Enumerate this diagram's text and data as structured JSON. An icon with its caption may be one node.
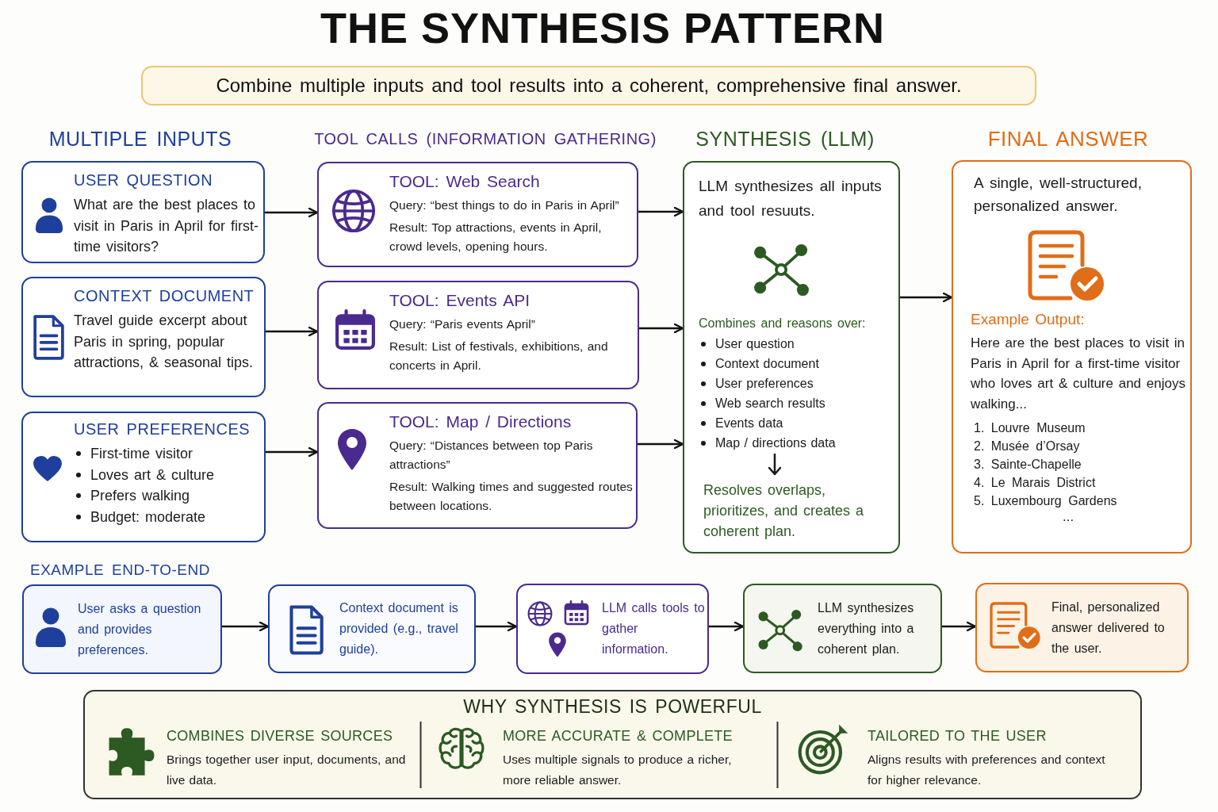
{
  "diagram": {
    "title": "THE SYNTHESIS PATTERN",
    "nodes": [
      {
        "text": [
          "Combine multiple inputs and tool results into a coherent, comprehensive final answer."
        ]
      },
      {
        "text": [
          "USER QUESTION",
          "What are the best places to visit in Paris in April for first-time visitors?"
        ]
      },
      {
        "text": [
          "CONTEXT DOCUMENT",
          "Travel guide excerpt about Paris in spring, popular attractions, & seasonal tips."
        ]
      },
      {
        "text": [
          "USER PREFERENCES",
          "First-time visitor",
          "Loves art & culture",
          "Prefers walking",
          "Budget: moderate"
        ]
      },
      {
        "text": [
          "TOOL: Web Search",
          "Query: “best things to do in Paris in April”",
          "Result: Top attractions, events in April, crowd levels, opening hours."
        ]
      },
      {
        "text": [
          "TOOL: Events API",
          "Query: “Paris events April”",
          "Result: List of festivals, exhibitions, and concerts in April."
        ]
      },
      {
        "text": [
          "TOOL: Map / Directions",
          "Query: “Distances between top Paris attractions”",
          "Result: Walking times and suggested routes between locations."
        ]
      },
      {
        "text": [
          "LLM synthesizes all inputs and tool resuuts.",
          "Combines and reasons over:",
          "User question",
          "Context document",
          "User preferences",
          "Web search results",
          "Events data",
          "Map / directions data",
          "Resolves overlaps, prioritizes, and creates a coherent plan."
        ]
      },
      {
        "text": [
          "A single, well-structured, personalized answer.",
          "Example Output:",
          "Here are the best places to visit in Paris in April for a first-time visitor who loves art & culture and enjoys walking...",
          "1. Louvre Museum",
          "2. Musée d’Orsay",
          "3. Sainte-Chapelle",
          "4. Le Marais District",
          "5. Luxembourg Gardens",
          "..."
        ]
      },
      {
        "text": [
          "User asks a question and provides preferences."
        ]
      },
      {
        "text": [
          "Context document is provided (e.g., travel guide)."
        ]
      },
      {
        "text": [
          "LLM calls tools to gather information."
        ]
      },
      {
        "text": [
          "LLM synthesizes everything into a coherent plan."
        ]
      },
      {
        "text": [
          "Final, personalized answer delivered to the user."
        ]
      },
      {
        "text": [
          "WHY SYNTHESIS IS POWERFUL",
          "COMBINES DIVERSE SOURCES",
          "Brings together user input, documents, and live data.",
          "MORE ACCURATE & COMPLETE",
          "Uses multiple signals to produce a richer, more reliable answer.",
          "TAILORED TO THE USER",
          "Aligns results with preferences and context for higher relevance."
        ]
      }
    ],
    "edges": [
      {
        "from": 1,
        "to": 4,
        "arrow": "to"
      },
      {
        "from": 2,
        "to": 5,
        "arrow": "to"
      },
      {
        "from": 3,
        "to": 6,
        "arrow": "to"
      },
      {
        "from": 4,
        "to": 7,
        "arrow": "to"
      },
      {
        "from": 5,
        "to": 7,
        "arrow": "to"
      },
      {
        "from": 6,
        "to": 7,
        "arrow": "to"
      },
      {
        "from": 7,
        "to": 8,
        "arrow": "to"
      },
      {
        "from": 9,
        "to": 10,
        "arrow": "to"
      },
      {
        "from": 10,
        "to": 11,
        "arrow": "to"
      },
      {
        "from": 11,
        "to": 12,
        "arrow": "to"
      },
      {
        "from": 12,
        "to": 13,
        "arrow": "to"
      }
    ],
    "labels": [
      "MULTIPLE INPUTS",
      "TOOL CALLS (INFORMATION GATHERING)",
      "SYNTHESIS (LLM)",
      "FINAL ANSWER",
      "EXAMPLE END-TO-END"
    ]
  }
}
